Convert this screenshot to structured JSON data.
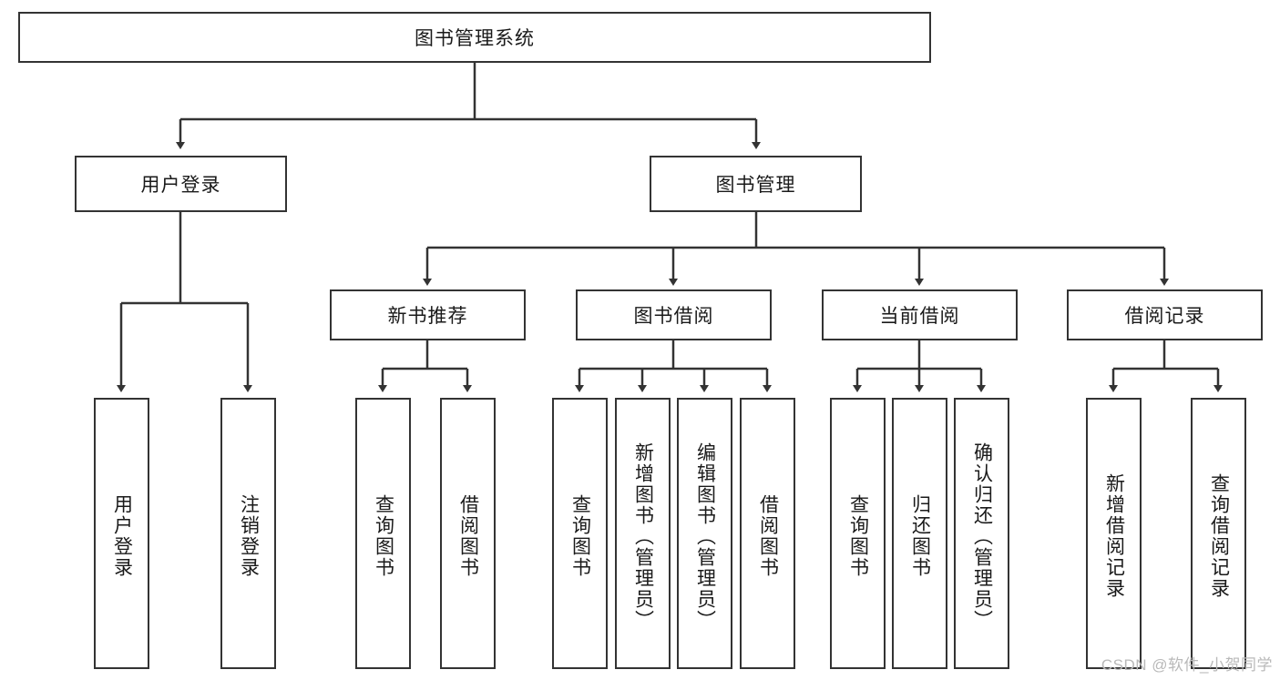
{
  "diagram": {
    "title": "图书管理系统",
    "watermark": "CSDN @软件_小贺同学",
    "type": "hierarchy-tree",
    "line_color": "#333333",
    "box_fill": "#ffffff",
    "text_color": "#1a1a1a",
    "watermark_color": "#b9b9b9"
  },
  "root": {
    "label": "图书管理系统"
  },
  "level1": [
    {
      "label": "用户登录"
    },
    {
      "label": "图书管理"
    }
  ],
  "level2": [
    {
      "label": "新书推荐"
    },
    {
      "label": "图书借阅"
    },
    {
      "label": "当前借阅"
    },
    {
      "label": "借阅记录"
    }
  ],
  "leaves": {
    "user_login": [
      {
        "label": "用户登录"
      },
      {
        "label": "注销登录"
      }
    ],
    "new_book": [
      {
        "label": "查询图书"
      },
      {
        "label": "借阅图书"
      }
    ],
    "book_borrow": [
      {
        "label": "查询图书"
      },
      {
        "label": "新增图书（管理员）"
      },
      {
        "label": "编辑图书（管理员）"
      },
      {
        "label": "借阅图书"
      }
    ],
    "current_borrow": [
      {
        "label": "查询图书"
      },
      {
        "label": "归还图书"
      },
      {
        "label": "确认归还（管理员）"
      }
    ],
    "borrow_record": [
      {
        "label": "新增借阅记录"
      },
      {
        "label": "查询借阅记录"
      }
    ]
  }
}
